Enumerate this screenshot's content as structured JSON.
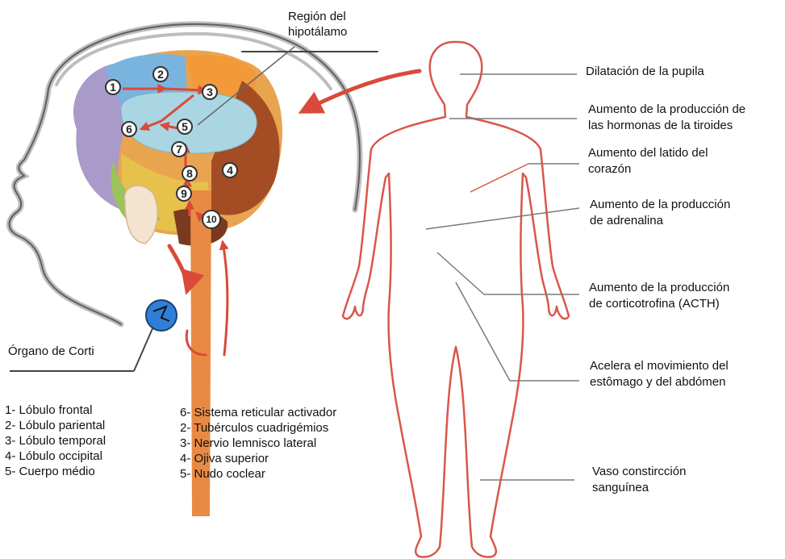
{
  "hypothalamus_label": [
    "Región del",
    "hipotálamo"
  ],
  "corti_label": "Órgano de Corti",
  "brain_numbers": [
    "1",
    "2",
    "3",
    "4",
    "5",
    "6",
    "7",
    "8",
    "9",
    "10"
  ],
  "legend_left": [
    "1- Lóbulo frontal",
    "2- Lóbulo pariental",
    "3- Lóbulo temporal",
    "4- Lóbulo occipital",
    "5- Cuerpo médio"
  ],
  "legend_right": [
    "6- Sistema reticular activador",
    "2- Tubérculos cuadrigémios",
    "3- Nervio lemnisco lateral",
    "4- Ojiva superior",
    "5- Nudo coclear"
  ],
  "effects": [
    {
      "id": "pupil",
      "lines": [
        "Dilatación de la pupila"
      ]
    },
    {
      "id": "thyroid",
      "lines": [
        "Aumento de la producción de",
        "las hormonas de la tiroides"
      ]
    },
    {
      "id": "heart",
      "lines": [
        "Aumento del latido del",
        "corazón"
      ]
    },
    {
      "id": "adrenaline",
      "lines": [
        "Aumento de la producción",
        "de adrenalina"
      ]
    },
    {
      "id": "acth",
      "lines": [
        "Aumento de la producción",
        "de corticotrofina (ACTH)"
      ]
    },
    {
      "id": "stomach",
      "lines": [
        "Acelera el movimiento del",
        "estômago y del abdómen"
      ]
    },
    {
      "id": "vessels",
      "lines": [
        "Vaso constircción",
        "sanguínea"
      ]
    }
  ],
  "colors": {
    "body_outline": "#d9574a",
    "pointer_lines": "#7a7a7a",
    "arrow": "#d94a3a",
    "head_outline": "#8c8c8c",
    "hypothalamus_fill": "#a9d6e2"
  }
}
